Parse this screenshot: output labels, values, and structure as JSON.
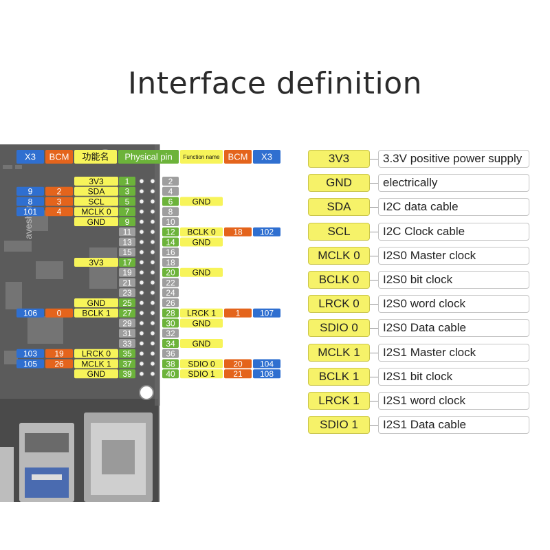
{
  "title": "Interface definition",
  "board": {
    "brand": "aveshare"
  },
  "header": {
    "x3_left": "X3",
    "bcm_left": "BCM",
    "func_left": "功能名",
    "physical": "Physical pin",
    "func_right": "Function name",
    "bcm_right": "BCM",
    "x3_right": "X3"
  },
  "colors": {
    "blue": "#2f6fd0",
    "orange": "#e4641c",
    "yellow": "#f7f45a",
    "green": "#6cb33a",
    "gray": "#9e9e9e"
  },
  "pins": [
    {
      "odd": 1,
      "even": 2,
      "lx3": "",
      "lbcm": "",
      "lfn": "3V3",
      "rfn": "",
      "rbcm": "",
      "rx3": ""
    },
    {
      "odd": 3,
      "even": 4,
      "lx3": "9",
      "lbcm": "2",
      "lfn": "SDA",
      "rfn": "",
      "rbcm": "",
      "rx3": ""
    },
    {
      "odd": 5,
      "even": 6,
      "lx3": "8",
      "lbcm": "3",
      "lfn": "SCL",
      "rfn": "GND",
      "rbcm": "",
      "rx3": ""
    },
    {
      "odd": 7,
      "even": 8,
      "lx3": "101",
      "lbcm": "4",
      "lfn": "MCLK 0",
      "rfn": "",
      "rbcm": "",
      "rx3": ""
    },
    {
      "odd": 9,
      "even": 10,
      "lx3": "",
      "lbcm": "",
      "lfn": "GND",
      "rfn": "",
      "rbcm": "",
      "rx3": ""
    },
    {
      "odd": 11,
      "even": 12,
      "lx3": "",
      "lbcm": "",
      "lfn": "",
      "rfn": "BCLK 0",
      "rbcm": "18",
      "rx3": "102"
    },
    {
      "odd": 13,
      "even": 14,
      "lx3": "",
      "lbcm": "",
      "lfn": "",
      "rfn": "GND",
      "rbcm": "",
      "rx3": ""
    },
    {
      "odd": 15,
      "even": 16,
      "lx3": "",
      "lbcm": "",
      "lfn": "",
      "rfn": "",
      "rbcm": "",
      "rx3": ""
    },
    {
      "odd": 17,
      "even": 18,
      "lx3": "",
      "lbcm": "",
      "lfn": "3V3",
      "rfn": "",
      "rbcm": "",
      "rx3": ""
    },
    {
      "odd": 19,
      "even": 20,
      "lx3": "",
      "lbcm": "",
      "lfn": "",
      "rfn": "GND",
      "rbcm": "",
      "rx3": ""
    },
    {
      "odd": 21,
      "even": 22,
      "lx3": "",
      "lbcm": "",
      "lfn": "",
      "rfn": "",
      "rbcm": "",
      "rx3": ""
    },
    {
      "odd": 23,
      "even": 24,
      "lx3": "",
      "lbcm": "",
      "lfn": "",
      "rfn": "",
      "rbcm": "",
      "rx3": ""
    },
    {
      "odd": 25,
      "even": 26,
      "lx3": "",
      "lbcm": "",
      "lfn": "GND",
      "rfn": "",
      "rbcm": "",
      "rx3": ""
    },
    {
      "odd": 27,
      "even": 28,
      "lx3": "106",
      "lbcm": "0",
      "lfn": "BCLK 1",
      "rfn": "LRCK 1",
      "rbcm": "1",
      "rx3": "107"
    },
    {
      "odd": 29,
      "even": 30,
      "lx3": "",
      "lbcm": "",
      "lfn": "",
      "rfn": "GND",
      "rbcm": "",
      "rx3": ""
    },
    {
      "odd": 31,
      "even": 32,
      "lx3": "",
      "lbcm": "",
      "lfn": "",
      "rfn": "",
      "rbcm": "",
      "rx3": ""
    },
    {
      "odd": 33,
      "even": 34,
      "lx3": "",
      "lbcm": "",
      "lfn": "",
      "rfn": "GND",
      "rbcm": "",
      "rx3": ""
    },
    {
      "odd": 35,
      "even": 36,
      "lx3": "103",
      "lbcm": "19",
      "lfn": "LRCK 0",
      "rfn": "",
      "rbcm": "",
      "rx3": ""
    },
    {
      "odd": 37,
      "even": 38,
      "lx3": "105",
      "lbcm": "26",
      "lfn": "MCLK 1",
      "rfn": "SDIO 0",
      "rbcm": "20",
      "rx3": "104"
    },
    {
      "odd": 39,
      "even": 40,
      "lx3": "",
      "lbcm": "",
      "lfn": "GND",
      "rfn": "SDIO 1",
      "rbcm": "21",
      "rx3": "108"
    }
  ],
  "active": {
    "odd": [
      1,
      3,
      5,
      7,
      9,
      17,
      25,
      27,
      35,
      37,
      39
    ],
    "even": [
      6,
      12,
      14,
      20,
      28,
      30,
      34,
      38,
      40
    ]
  },
  "legend": [
    {
      "key": "3V3",
      "desc": "3.3V positive power supply"
    },
    {
      "key": "GND",
      "desc": "electrically"
    },
    {
      "key": "SDA",
      "desc": "I2C data cable"
    },
    {
      "key": "SCL",
      "desc": "I2C Clock cable"
    },
    {
      "key": "MCLK 0",
      "desc": "I2S0 Master clock"
    },
    {
      "key": "BCLK 0",
      "desc": "I2S0 bit clock"
    },
    {
      "key": "LRCK 0",
      "desc": "I2S0 word clock"
    },
    {
      "key": "SDIO 0",
      "desc": "I2S0 Data cable"
    },
    {
      "key": "MCLK 1",
      "desc": "I2S1 Master clock"
    },
    {
      "key": "BCLK 1",
      "desc": "I2S1 bit clock"
    },
    {
      "key": "LRCK 1",
      "desc": "I2S1 word clock"
    },
    {
      "key": "SDIO 1",
      "desc": "I2S1 Data cable"
    }
  ]
}
